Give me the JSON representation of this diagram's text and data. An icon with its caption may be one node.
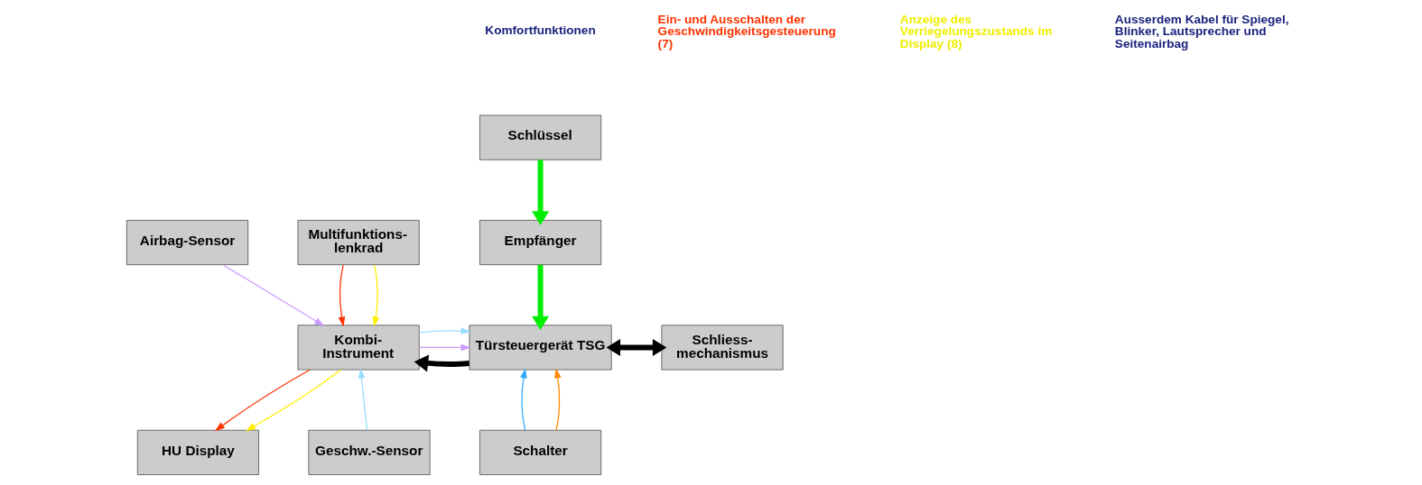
{
  "diagram": {
    "nodes": [
      {
        "text": [
          "Airbag-Sensor"
        ]
      },
      {
        "text": [
          "Multifunktions- lenkrad"
        ]
      },
      {
        "text": [
          "Kombi- Instrument"
        ]
      },
      {
        "text": [
          "Geschw.-Sensor"
        ]
      },
      {
        "text": [
          "HU Display"
        ]
      },
      {
        "text": [
          "Schlüssel"
        ]
      },
      {
        "text": [
          "Empfänger"
        ]
      },
      {
        "text": [
          "Türsteuergerät TSG"
        ]
      },
      {
        "text": [
          "Schliess- mechanismus"
        ]
      },
      {
        "text": [
          "Schalter"
        ]
      }
    ],
    "edges": [
      {
        "from": 0,
        "to": 2,
        "arrow": "to",
        "color": "#cc99ff"
      },
      {
        "from": 3,
        "to": 2,
        "arrow": "to",
        "color": "#99ddff"
      },
      {
        "from": 1,
        "to": 2,
        "arrow": "to",
        "color": "#ff3300"
      },
      {
        "from": 1,
        "to": 2,
        "arrow": "to",
        "color": "#ffee00"
      },
      {
        "from": 2,
        "to": 4,
        "arrow": "to",
        "color": "#ff3300"
      },
      {
        "from": 2,
        "to": 4,
        "arrow": "to",
        "color": "#ffee00"
      },
      {
        "from": 5,
        "to": 6,
        "arrow": "to",
        "style": "thick",
        "color": "#00ee00"
      },
      {
        "from": 6,
        "to": 7,
        "arrow": "to",
        "style": "thick",
        "color": "#00ee00"
      },
      {
        "from": 7,
        "to": 2,
        "arrow": "to",
        "style": "thick",
        "color": "#000000"
      },
      {
        "from": 2,
        "to": 7,
        "arrow": "to",
        "color": "#cc99ff"
      },
      {
        "from": 2,
        "to": 7,
        "arrow": "to",
        "color": "#99ddff"
      },
      {
        "from": 7,
        "to": 8,
        "arrow": "both",
        "style": "thick",
        "color": "#000000"
      },
      {
        "from": 9,
        "to": 7,
        "arrow": "to",
        "color": "#33aaff"
      },
      {
        "from": 9,
        "to": 7,
        "arrow": "to",
        "color": "#ff8800"
      }
    ],
    "labels": [
      "Komfortfunktionen",
      "Ein- und Ausschalten der Geschwindigkeitsgesteuerung (7)",
      "Anzeige des Verriegelungszustands im Display (8)",
      "Ausserdem Kabel für Spiegel, Blinker, Lautsprecher und Seitenairbag"
    ]
  }
}
